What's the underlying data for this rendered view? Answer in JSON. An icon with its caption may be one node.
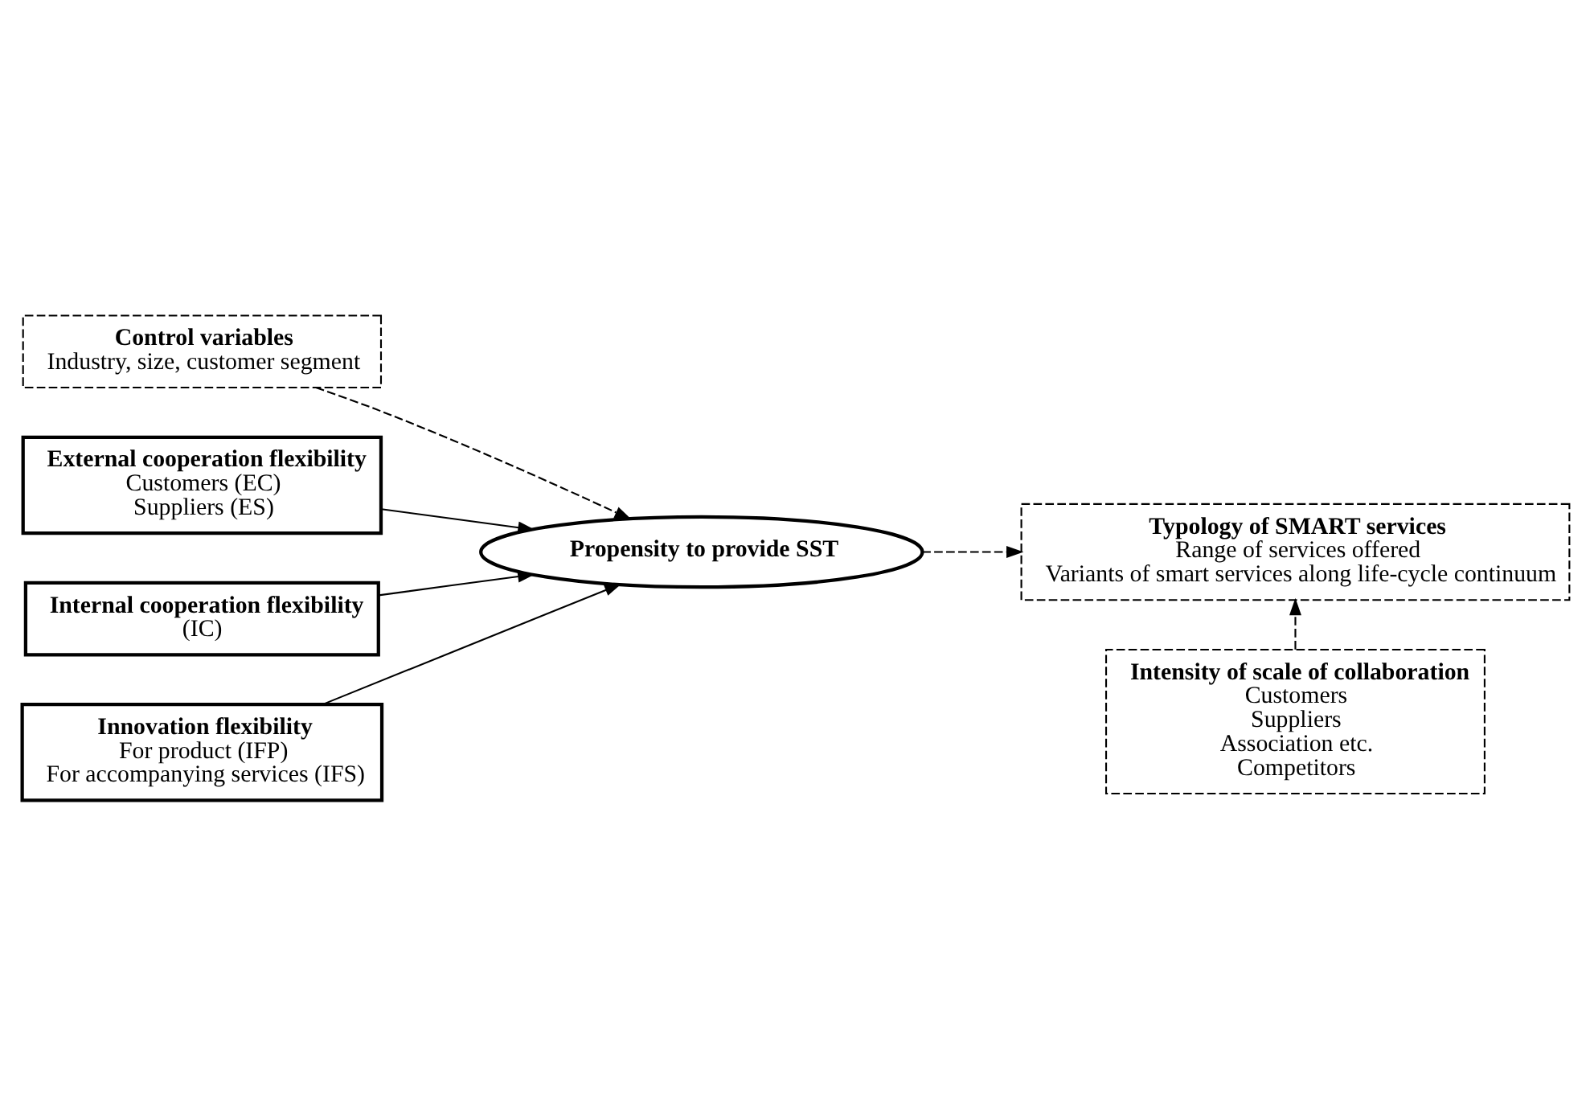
{
  "diagram": {
    "nodes": [
      {
        "text": [
          "Control variables",
          "Industry, size, customer segment"
        ]
      },
      {
        "text": [
          "External cooperation flexibility",
          "Customers (EC)",
          "Suppliers (ES)"
        ]
      },
      {
        "text": [
          "Internal cooperation flexibility",
          "(IC)"
        ]
      },
      {
        "text": [
          "Innovation flexibility",
          "For product (IFP)",
          "For accompanying services (IFS)"
        ]
      },
      {
        "text": [
          "Propensity to provide SST"
        ]
      },
      {
        "text": [
          "Typology of SMART services",
          "Range of services offered",
          "Variants of smart services along life-cycle continuum"
        ]
      },
      {
        "text": [
          "Intensity of scale of collaboration",
          "Customers",
          "Suppliers",
          "Association etc.",
          "Competitors"
        ]
      }
    ],
    "edges": [
      {
        "from": 0,
        "to": 4,
        "arrow": "to",
        "style": "dashed"
      },
      {
        "from": 1,
        "to": 4,
        "arrow": "to"
      },
      {
        "from": 2,
        "to": 4,
        "arrow": "to"
      },
      {
        "from": 3,
        "to": 4,
        "arrow": "to"
      },
      {
        "from": 4,
        "to": 5,
        "arrow": "to",
        "style": "dashed"
      },
      {
        "from": 6,
        "to": 5,
        "arrow": "to",
        "style": "dashed"
      }
    ]
  }
}
